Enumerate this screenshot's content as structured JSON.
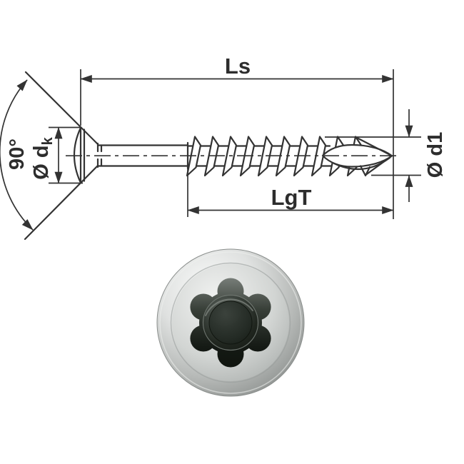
{
  "figure": {
    "type": "technical-drawing-of-countersunk-screw",
    "description": "Dimensioned side-view line drawing of a countersunk wood screw with partial thread and drill point, above a photographic top view of the screw head with a 6-lobe star (Torx) drive recess"
  },
  "dimensions": {
    "total_length": {
      "label": "Ls"
    },
    "thread_length": {
      "label": "LgT"
    },
    "head_angle": {
      "label": "90°"
    },
    "head_diameter": {
      "prefix": "Ø d",
      "subscript": "k"
    },
    "thread_diameter": {
      "label": "Ø d1"
    }
  },
  "photo": {
    "name": "screw-head-top-view",
    "drive_style": "6-lobe-star-recess"
  },
  "colors": {
    "line": "#333333",
    "label_text": "#2d2d2d",
    "background": "#ffffff",
    "metal_bright": "#f4f5f4",
    "metal_mid": "#b7bab8",
    "metal_dark": "#8d918f",
    "recess_light": "#767c77",
    "recess_dark": "#141914",
    "dome_light": "#636a64",
    "dome_dark": "#171c17"
  }
}
